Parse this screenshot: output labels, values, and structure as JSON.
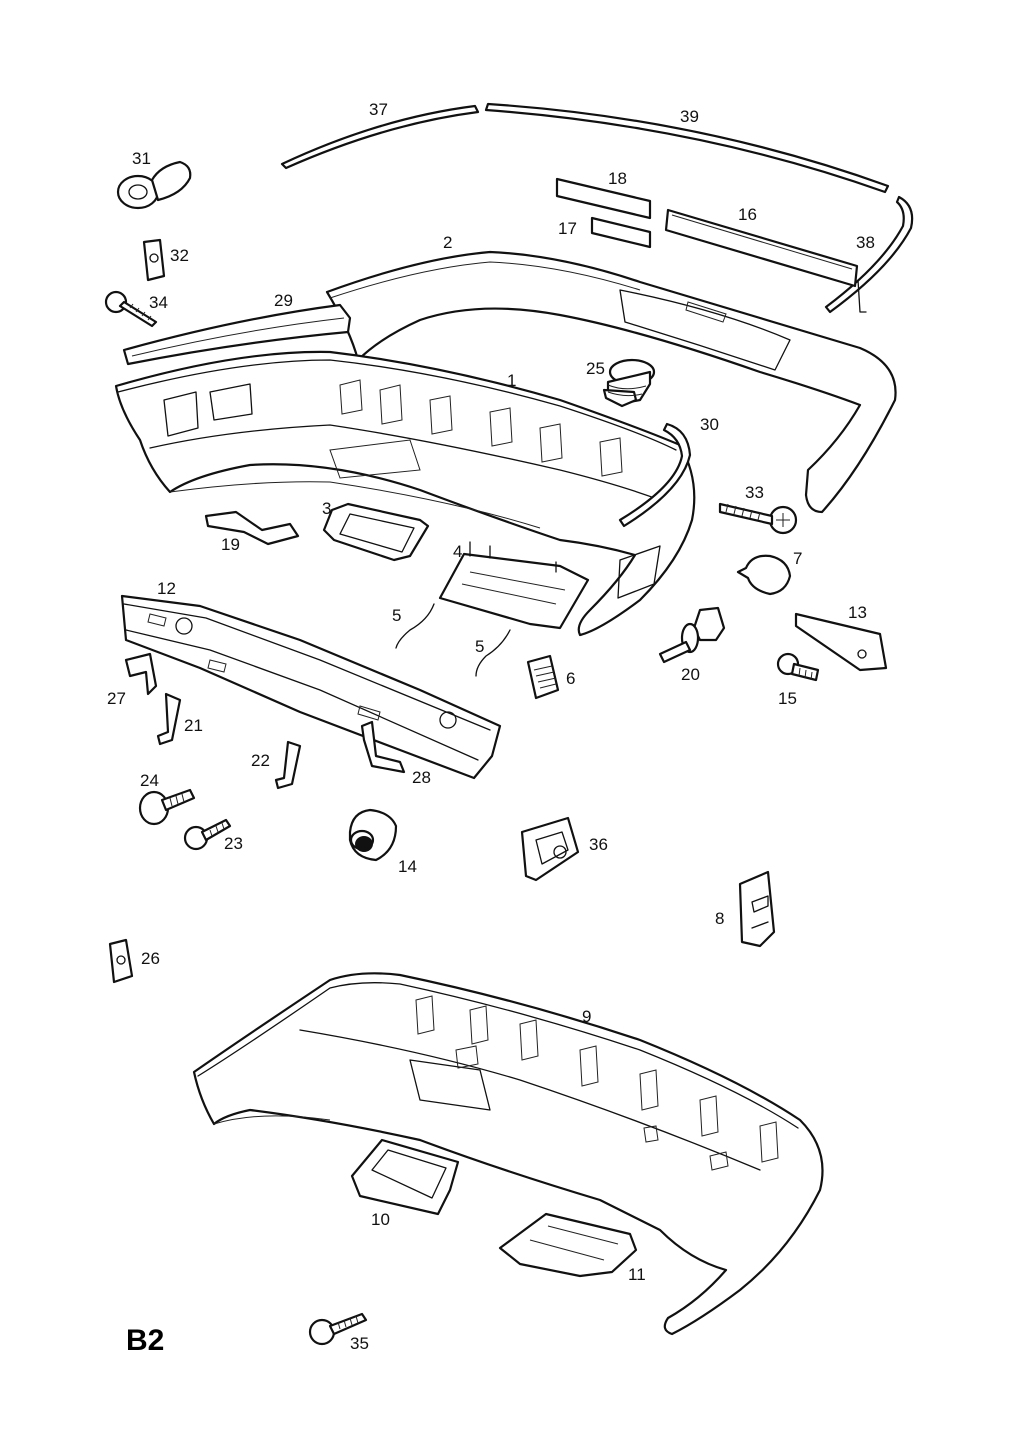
{
  "page_code": "B2",
  "part_numbers": [
    "1",
    "2",
    "3",
    "4",
    "5",
    "5",
    "6",
    "7",
    "8",
    "9",
    "10",
    "11",
    "12",
    "13",
    "14",
    "15",
    "16",
    "17",
    "18",
    "19",
    "20",
    "21",
    "22",
    "23",
    "24",
    "25",
    "26",
    "27",
    "28",
    "29",
    "30",
    "31",
    "32",
    "33",
    "34",
    "35",
    "36",
    "37",
    "38",
    "39"
  ]
}
